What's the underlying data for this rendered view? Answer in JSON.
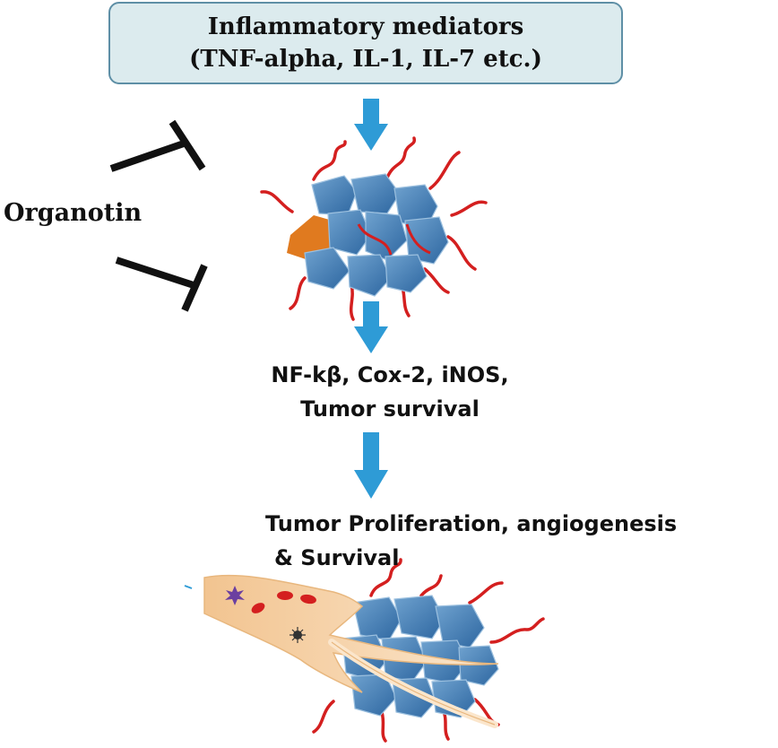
{
  "mediators": {
    "line1": "Inflammatory mediators",
    "line2": "(TNF-alpha, IL-1, IL-7 etc.)"
  },
  "inhibitor": {
    "label": "Organotin"
  },
  "pathway": {
    "line1": "NF-kβ, Cox-2, iNOS,",
    "line2": "Tumor survival"
  },
  "outcome": {
    "line1": "Tumor Proliferation, angiogenesis",
    "line2": "& Survival"
  },
  "colors": {
    "box_fill": "#dcebee",
    "box_border": "#5e8fa6",
    "arrow": "#2e9bd6",
    "cell_blue": "#3a78ae",
    "cell_orange": "#e07a1f",
    "strand_red": "#d41f1f",
    "vessel": "#f6cfa3"
  }
}
